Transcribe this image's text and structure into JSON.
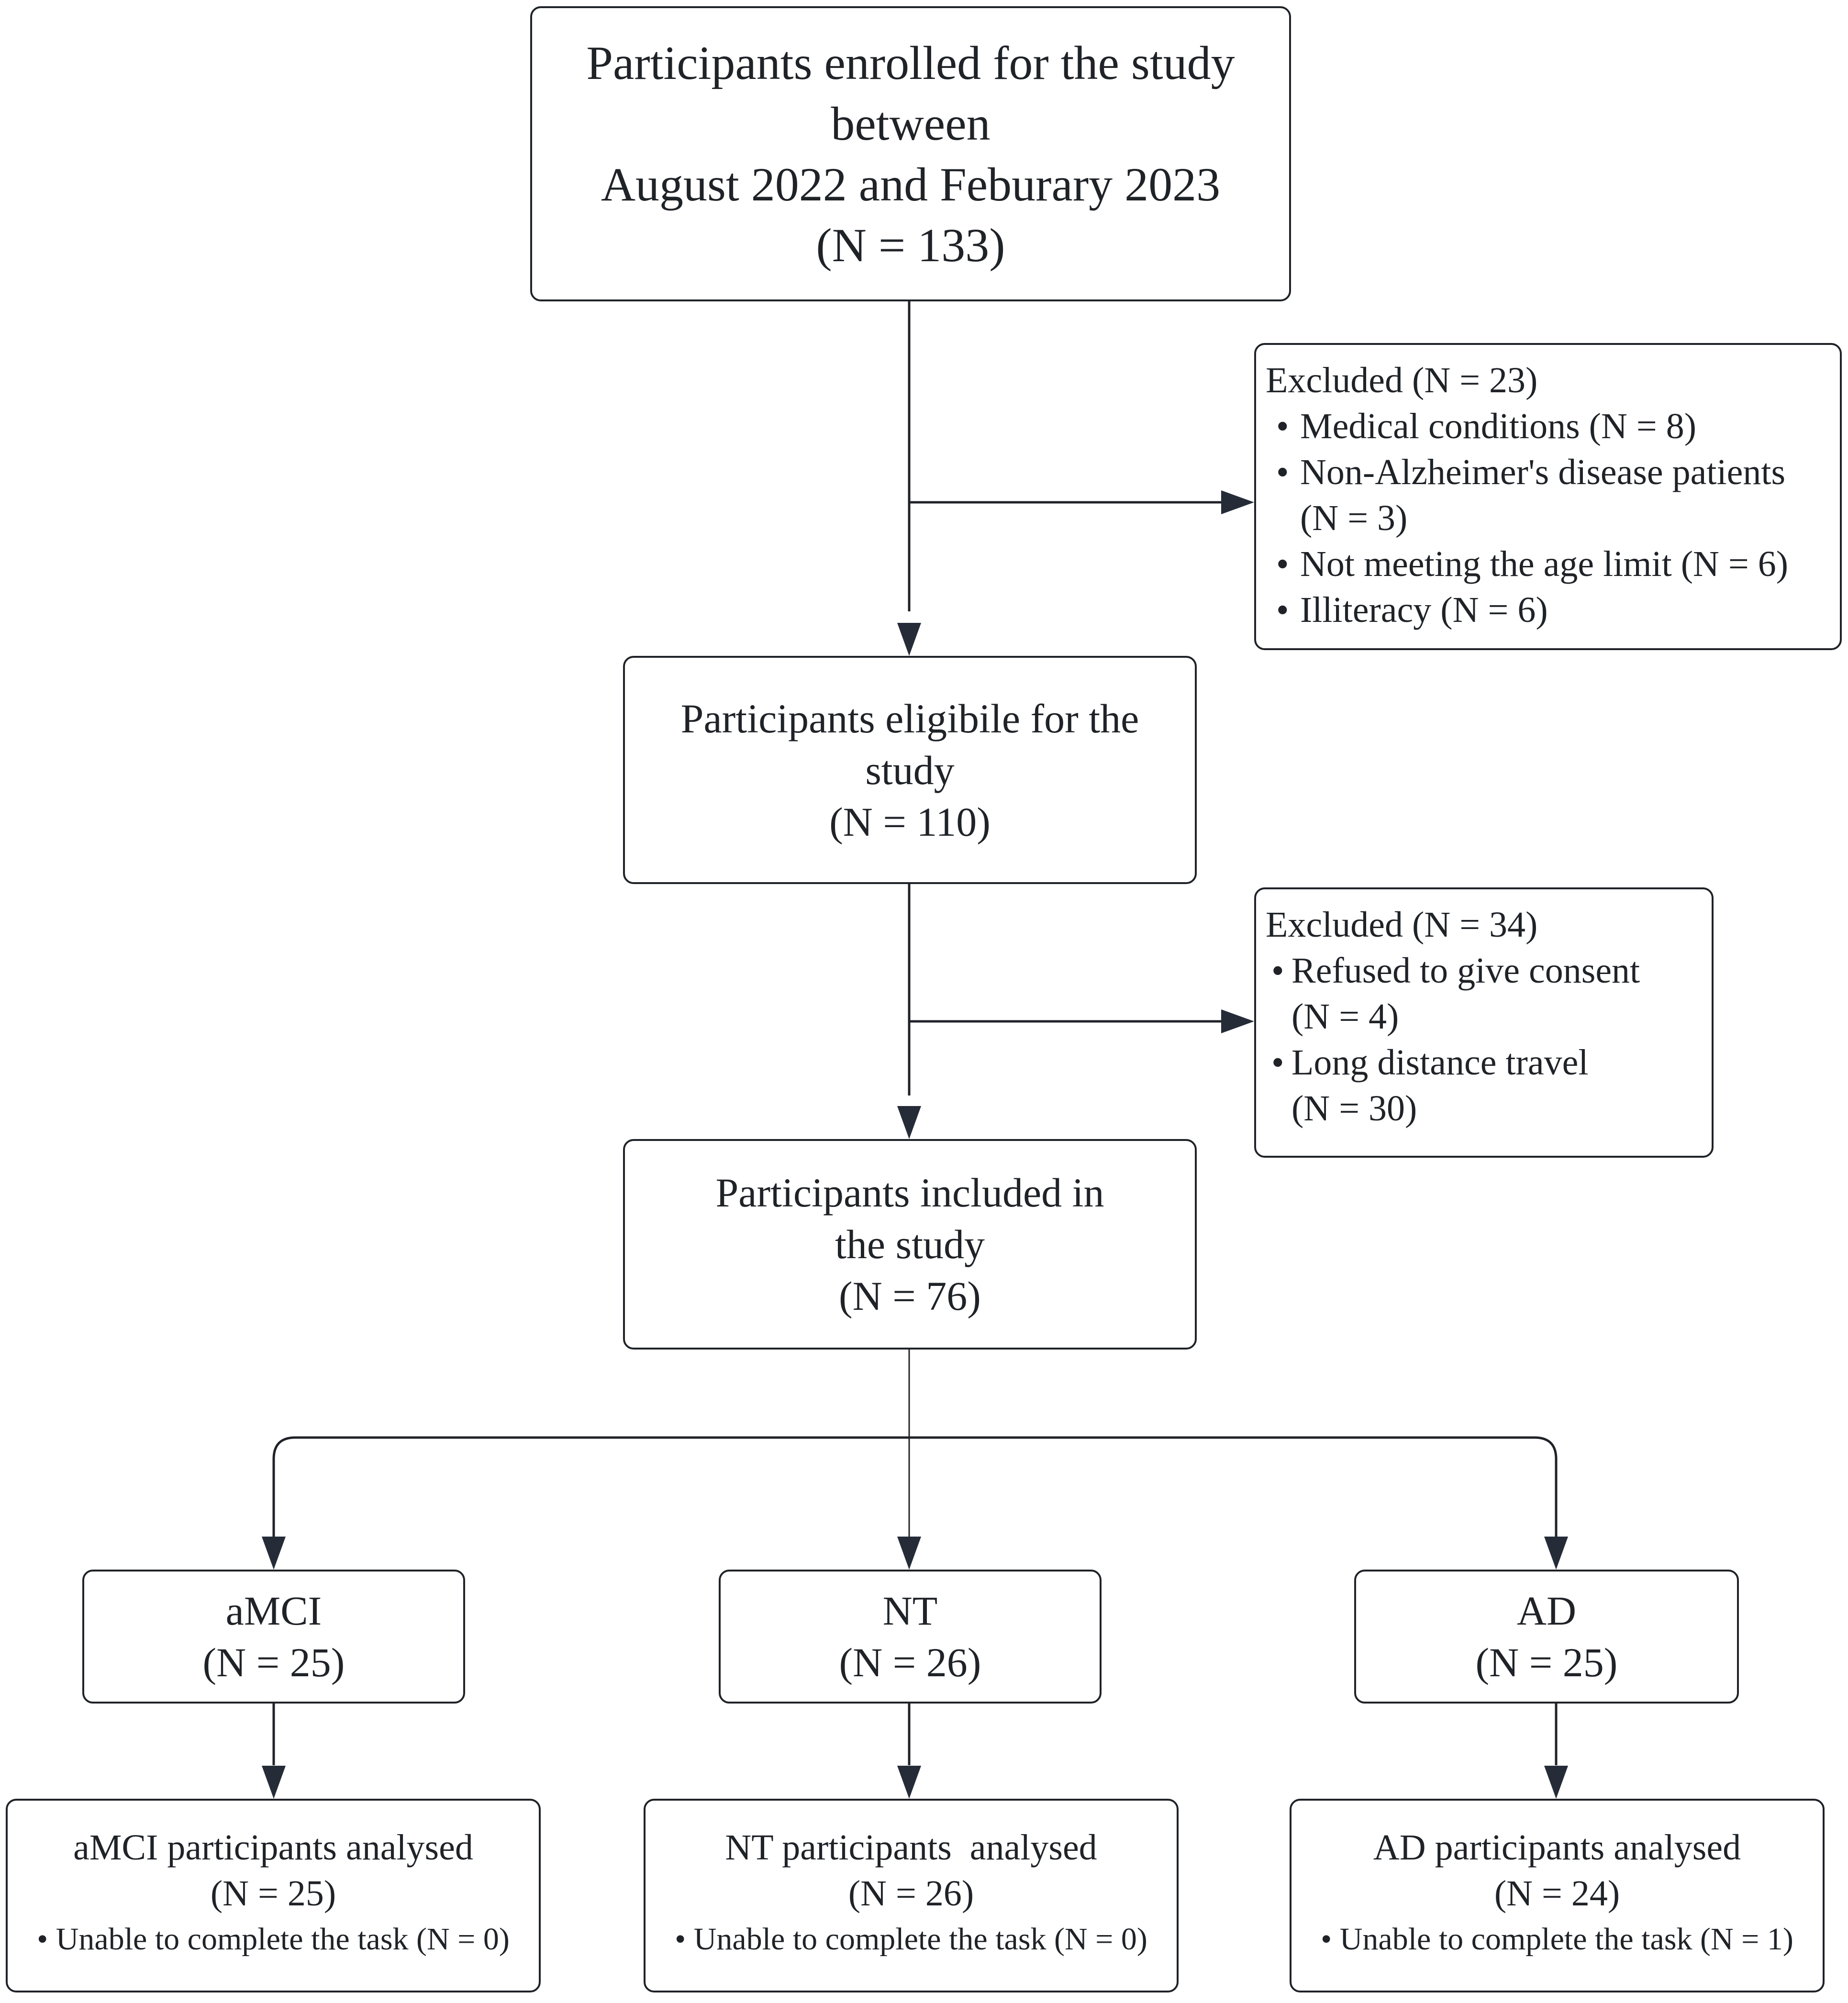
{
  "enrolled": {
    "lines": [
      "Participants enrolled for the study",
      "between",
      "August 2022 and Feburary 2023",
      "(N = 133)"
    ]
  },
  "excluded_first": {
    "title": "Excluded (N = 23)",
    "reasons": [
      {
        "lines": [
          "Medical conditions (N = 8)"
        ]
      },
      {
        "lines": [
          "Non-Alzheimer's disease patients",
          "(N = 3)"
        ]
      },
      {
        "lines": [
          "Not meeting the age limit (N = 6)"
        ]
      },
      {
        "lines": [
          "Illiteracy (N = 6)"
        ]
      }
    ]
  },
  "eligible": {
    "lines": [
      "Participants eligibile for the",
      "study",
      "(N = 110)"
    ]
  },
  "excluded_second": {
    "title": "Excluded (N = 34)",
    "reasons": [
      {
        "lines": [
          "Refused to give consent",
          "(N = 4)"
        ]
      },
      {
        "lines": [
          "Long distance travel",
          "(N = 30)"
        ]
      }
    ]
  },
  "included": {
    "lines": [
      "Participants included in",
      "the study",
      "(N = 76)"
    ]
  },
  "groups": {
    "amci": {
      "name": "aMCI",
      "count": "(N = 25)"
    },
    "nt": {
      "name": "NT",
      "count": "(N = 26)"
    },
    "ad": {
      "name": "AD",
      "count": "(N = 25)"
    }
  },
  "analysed": {
    "amci": {
      "title": "aMCI participants analysed",
      "count": "(N = 25)",
      "note": "Unable to complete the task (N = 0)"
    },
    "nt": {
      "title": "NT participants  analysed",
      "count": "(N = 26)",
      "note": "Unable to complete the task (N = 0)"
    },
    "ad": {
      "title": "AD participants analysed",
      "count": "(N = 24)",
      "note": "Unable to complete the task (N = 1)"
    }
  },
  "bullet_glyph": "•",
  "colors": {
    "stroke": "#1f2328",
    "arrowhead": "#252c38",
    "background": "#ffffff"
  }
}
